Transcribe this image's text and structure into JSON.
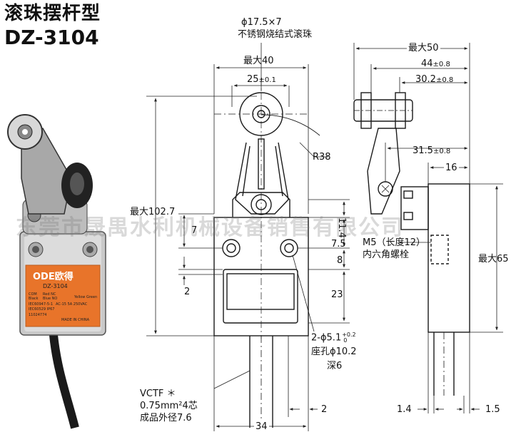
{
  "title": {
    "name_cn": "滚珠摆杆型",
    "model": "DZ-3104"
  },
  "front_view": {
    "roller_spec": "ϕ17.5×7",
    "roller_material": "不锈钢烧结式滚珠",
    "max_width": "最大40",
    "roller_pitch": "25",
    "roller_pitch_tol": "±0.1",
    "radius": "R38",
    "max_height": "最大102.7",
    "dim_11_4": "11.4",
    "dim_7": "7",
    "dim_7_5": "7.5",
    "dim_8": "8",
    "dim_2_left": "2",
    "dim_23": "23",
    "hole_spec": "2-ϕ5.1",
    "hole_tol_upper": "+0.2",
    "hole_tol_lower": "0",
    "counterbore": "座孔ϕ10.2",
    "depth": "深6",
    "dim_34": "34",
    "dim_2_bottom": "2",
    "cable_type": "VCTF ＊",
    "cable_spec": "0.75mm²4芯",
    "cable_od": "成品外径7.6"
  },
  "side_view": {
    "max_50": "最大50",
    "dim_44": "44",
    "dim_44_tol": "±0.8",
    "dim_30_2": "30.2",
    "dim_30_2_tol": "±0.8",
    "dim_31_5": "31.5",
    "dim_31_5_tol": "±0.8",
    "dim_16": "16",
    "screw_spec": "M5（长度12）",
    "screw_desc": "内六角螺栓",
    "max_65": "最大65",
    "dim_1_4": "1.4",
    "dim_1_5": "1.5"
  },
  "product_photo": {
    "brand": "ODE欧得",
    "model": "DZ-3104",
    "label_lines": [
      "COM",
      "Black",
      "IEC60947-5-1",
      "IEC60529 IP67",
      "11024774"
    ],
    "wire_colors": [
      "Red NC",
      "Blue NO",
      "Yellow Green"
    ],
    "rating": "AC-15 5A 250VAC",
    "origin": "MADE IN CHINA"
  },
  "watermark": "东莞市晟禺水利机械设备销售有限公司",
  "colors": {
    "line": "#1a1a1a",
    "label_orange": "#e8742a",
    "dim": "#333333"
  }
}
